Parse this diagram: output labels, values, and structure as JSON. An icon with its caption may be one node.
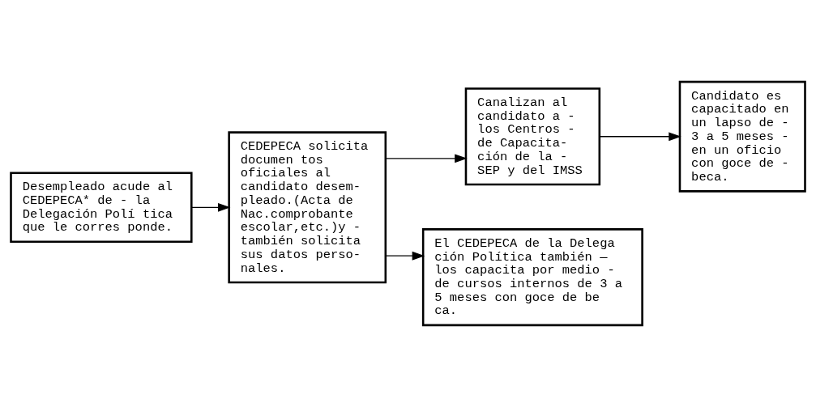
{
  "diagram": {
    "nodes": [
      {
        "text": [
          "Desempleado acude al CEDEPECA* de - la Delegación Polí tica que le corres ponde."
        ]
      },
      {
        "text": [
          "CEDEPECA solicita documen tos oficiales al candidato desem- pleado.(Acta de Nac.comprobante escolar,etc.)y - también solicita sus datos perso- nales."
        ]
      },
      {
        "text": [
          "Canalizan al candidato a - los Centros - de Capacita- ción de la - SEP y del IMSS"
        ]
      },
      {
        "text": [
          "Candidato es capacitado en un lapso de - 3 a 5 meses - en un oficio con goce de - beca."
        ]
      },
      {
        "text": [
          "El CEDEPECA de la Delega ción Política también — los capacita por medio - de cursos internos de 3 a 5 meses con goce de be ca."
        ]
      }
    ],
    "edges": [
      {
        "from": 0,
        "to": 1,
        "arrow": "to"
      },
      {
        "from": 1,
        "to": 2,
        "arrow": "to"
      },
      {
        "from": 1,
        "to": 4,
        "arrow": "to"
      },
      {
        "from": 2,
        "to": 3,
        "arrow": "to"
      }
    ]
  }
}
